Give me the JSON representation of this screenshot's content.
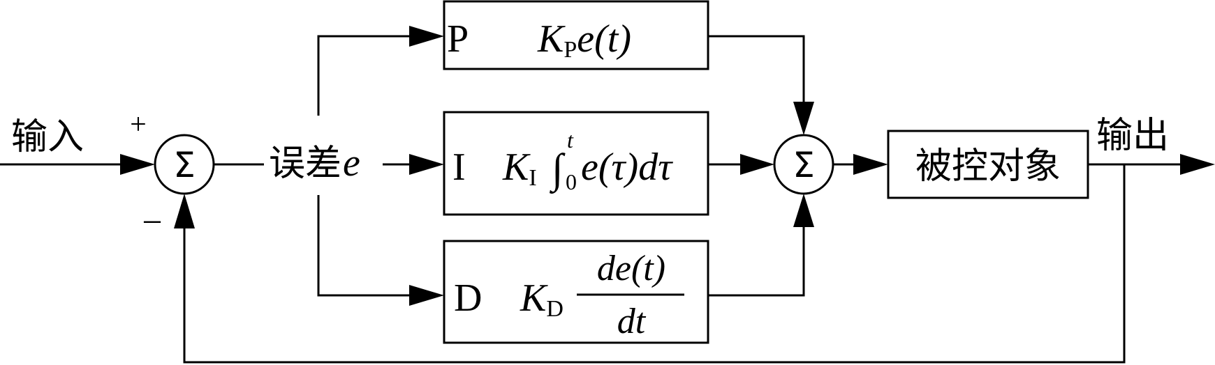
{
  "diagram": {
    "input_label": "输入",
    "output_label": "输出",
    "error_label": "误差",
    "error_symbol": "e",
    "plus_sign": "+",
    "minus_sign": "−",
    "sum_symbol": "Σ",
    "plant_label": "被控对象",
    "p_block": {
      "mode": "P",
      "gain": "K",
      "gain_sub": "P",
      "expr": "e(t)"
    },
    "i_block": {
      "mode": "I",
      "gain": "K",
      "gain_sub": "I",
      "integral": "∫",
      "upper_limit": "t",
      "lower_limit": "0",
      "expr": "e(τ)dτ"
    },
    "d_block": {
      "mode": "D",
      "gain": "K",
      "gain_sub": "D",
      "numerator": "de(t)",
      "denominator": "dt"
    }
  }
}
